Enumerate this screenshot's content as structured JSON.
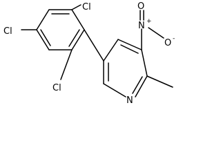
{
  "molecule": {
    "labels": {
      "cl_top": "Cl",
      "cl_left": "Cl",
      "cl_bottom": "Cl",
      "nitrogen_ring": "N",
      "nitro_n": "N",
      "nitro_plus": "+",
      "nitro_o_top": "O",
      "nitro_o_right": "O",
      "nitro_minus": "-"
    },
    "colors": {
      "bond": "#000000",
      "text": "#000000",
      "background": "#ffffff"
    }
  }
}
